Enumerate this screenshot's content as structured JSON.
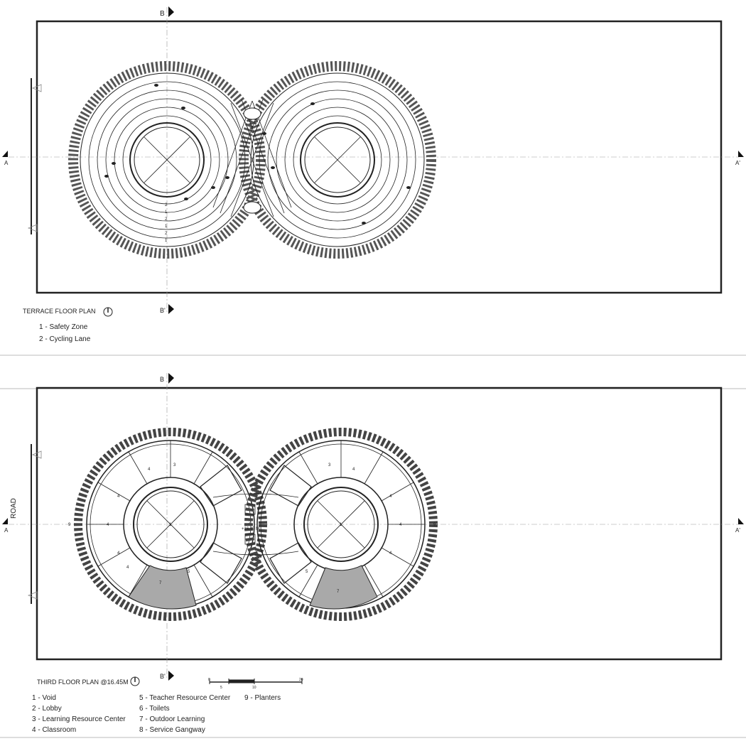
{
  "terrace": {
    "title": "TERRACE FLOOR PLAN",
    "legend": [
      "1 - Safety Zone",
      "2 - Cycling Lane"
    ],
    "section_a": "A",
    "section_a_prime": "A'",
    "section_b": "B",
    "section_b_prime": "B'",
    "lane_numbers": [
      "2",
      "1",
      "2",
      "1",
      "2",
      "1"
    ]
  },
  "third_floor": {
    "title": "THIRD FLOOR PLAN @16.45M",
    "legend_col1": [
      "1 - Void",
      "2 - Lobby",
      "3 - Learning Resource Center",
      "4 - Classroom"
    ],
    "legend_col2": [
      "5 - Teacher Resource Center",
      "6 - Toilets",
      "7 -  Outdoor Learning",
      "8 - Service Gangway"
    ],
    "legend_col3": [
      "9 - Planters"
    ],
    "road_label": "ROAD",
    "section_a": "A",
    "section_a_prime": "A'",
    "section_b": "B",
    "section_b_prime": "B'",
    "scale_labels": [
      "0",
      "5",
      "10",
      "20"
    ],
    "room_numbers": {
      "void": "1",
      "lobby": "2",
      "level": "+16.45 M",
      "lrc": "3",
      "classroom": "4",
      "teacher": "5",
      "outdoor": "7",
      "planter": "9"
    }
  },
  "colors": {
    "line": "#222222",
    "fill_gray": "#a9a9a9",
    "bg": "#ffffff"
  }
}
